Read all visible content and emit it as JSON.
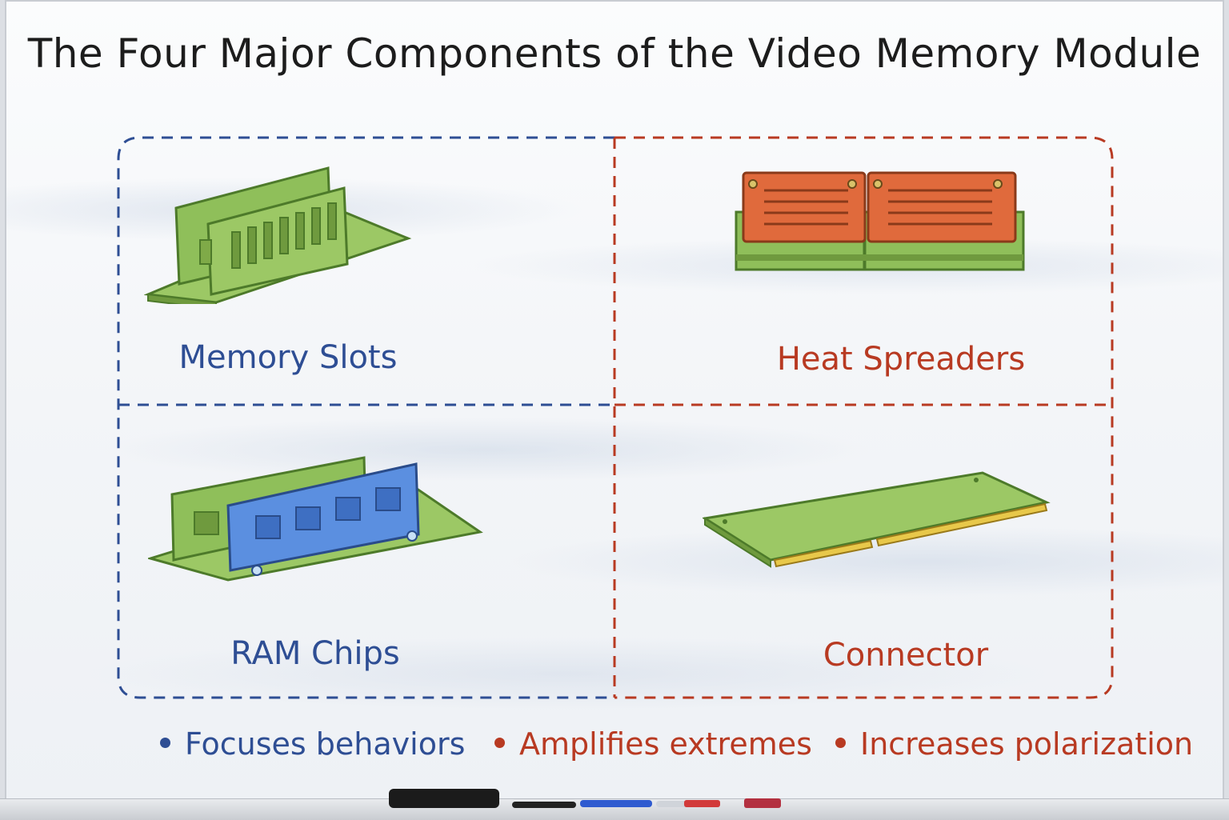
{
  "title": "The Four Major Components of the Video Memory Module",
  "quadrants": [
    {
      "label": "Memory Slots",
      "color": "#2e4e94"
    },
    {
      "label": "Heat Spreaders",
      "color": "#b83a22"
    },
    {
      "label": "RAM Chips",
      "color": "#2e4e94"
    },
    {
      "label": "Connector",
      "color": "#b83a22"
    }
  ],
  "bullets": [
    {
      "text": "Focuses behaviors",
      "color": "#2e4e94"
    },
    {
      "text": "Amplifies extremes",
      "color": "#b83a22"
    },
    {
      "text": "Increases polarization",
      "color": "#b83a22"
    }
  ],
  "colors": {
    "pcb_green": "#8fbf5a",
    "heat_orange": "#e06a3c",
    "chip_blue": "#5b8fe0",
    "gold_pins": "#e8c84a",
    "blue_dash": "#2e4e94",
    "red_dash": "#b83a22"
  }
}
